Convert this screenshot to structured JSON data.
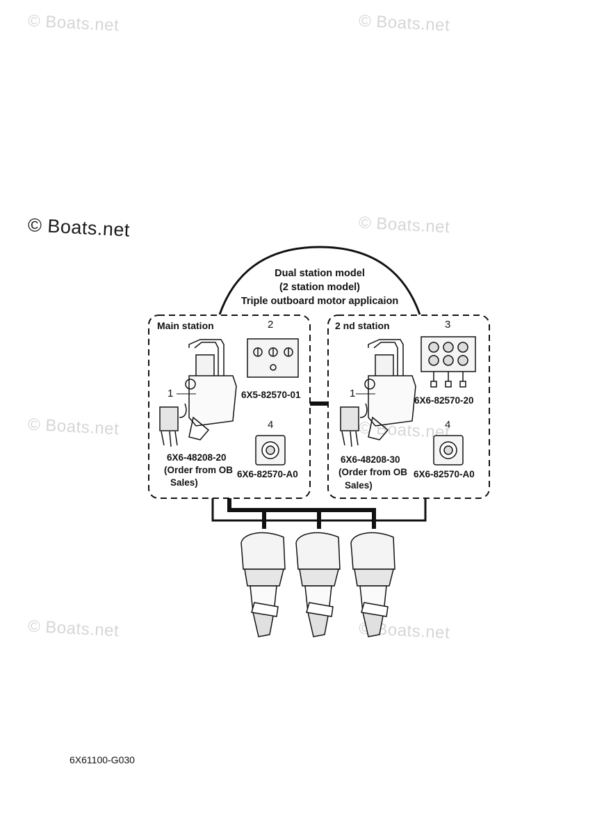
{
  "watermarks": [
    "© Boats.net",
    "© Boats.net",
    "© Boats.net",
    "© Boats.net",
    "© Boats.net",
    "© Boats.net",
    "© Boats.net",
    "© Boats.net"
  ],
  "heading": {
    "line1": "Dual station model",
    "line2": "(2 station model)",
    "line3": "Triple outboard motor applicaion"
  },
  "main_station": {
    "title": "Main station",
    "item1": {
      "num": "1",
      "part": "6X6-48208-20",
      "note1": "(Order from OB",
      "note2": "Sales)"
    },
    "item2": {
      "num": "2",
      "part": "6X5-82570-01"
    },
    "item4": {
      "num": "4",
      "part": "6X6-82570-A0"
    }
  },
  "second_station": {
    "title": "2 nd station",
    "item1": {
      "num": "1",
      "part": "6X6-48208-30",
      "note1": "(Order from OB",
      "note2": "Sales)"
    },
    "item3": {
      "num": "3",
      "part": "6X6-82570-20"
    },
    "item4": {
      "num": "4",
      "part": "6X6-82570-A0"
    }
  },
  "diagram_code": "6X61100-G030"
}
